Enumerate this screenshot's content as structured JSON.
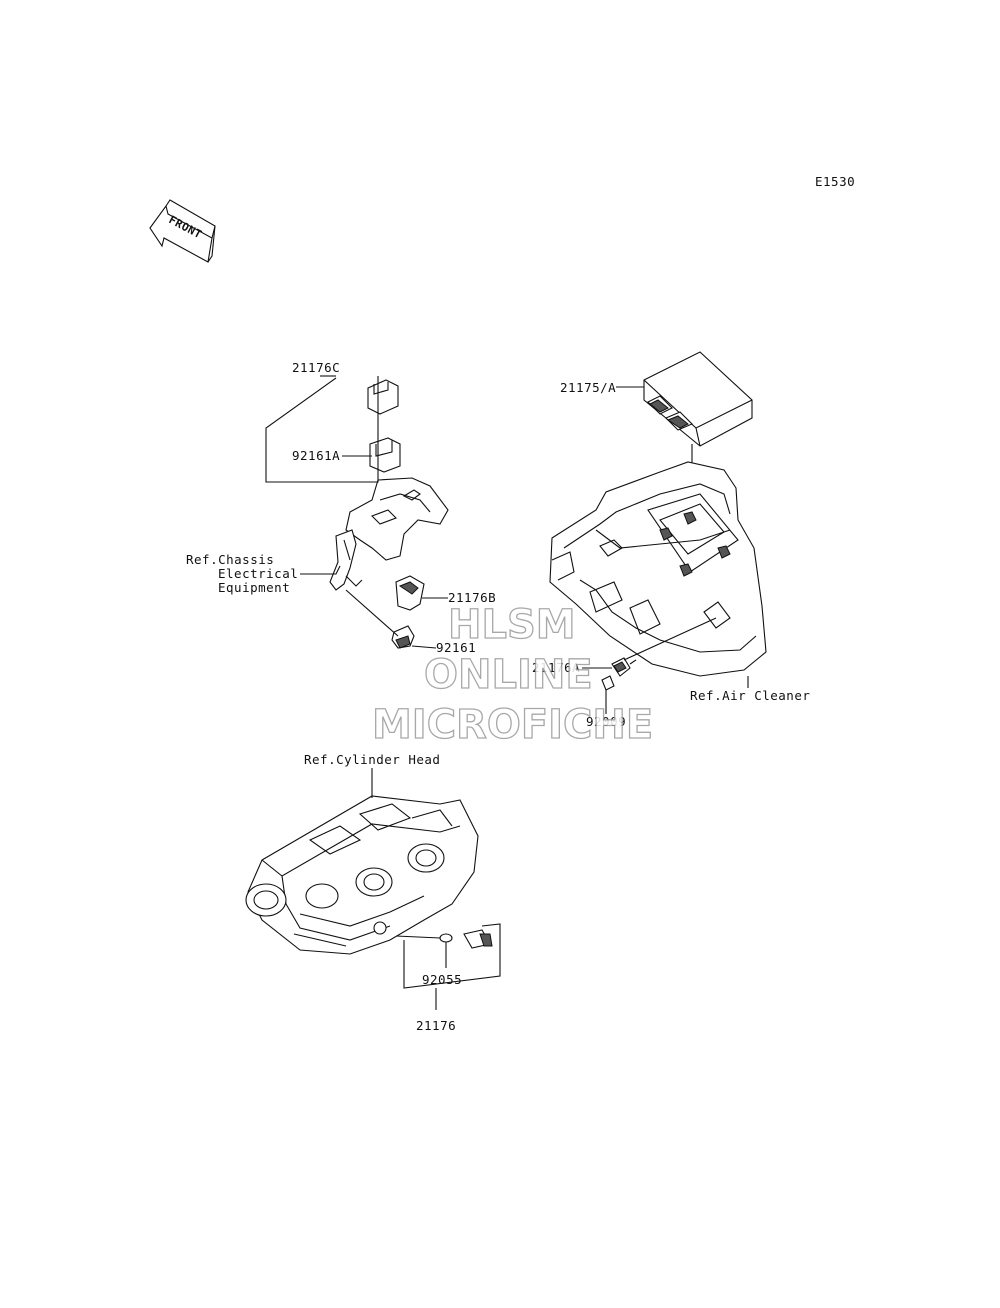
{
  "diagram_code": "E1530",
  "front_arrow": "FRONT",
  "labels": {
    "p21176c": "21176C",
    "p92161a": "92161A",
    "ref_chassis_1": "Ref.Chassis",
    "ref_chassis_2": "Electrical",
    "ref_chassis_3": "Equipment",
    "p21176b": "21176B",
    "p92161": "92161",
    "p21175a": "21175/A",
    "p21176a": "21176A",
    "p92009": "92009",
    "ref_air_cleaner": "Ref.Air Cleaner",
    "ref_cylinder_head": "Ref.Cylinder Head",
    "p92055": "92055",
    "p21176": "21176"
  },
  "watermark": {
    "line1": "HLSM",
    "line2": "ONLINE",
    "line3": "MICROFICHE"
  }
}
